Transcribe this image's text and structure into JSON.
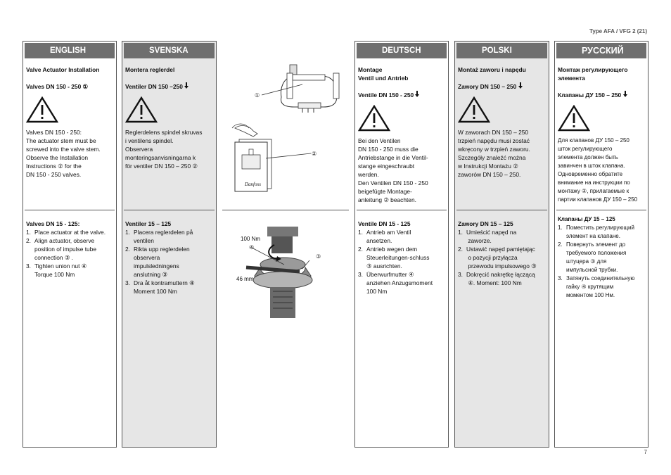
{
  "header": {
    "type_label": "Type AFA / VFG 2 (21)"
  },
  "page_number": "7",
  "english": {
    "heading": "ENGLISH",
    "s1_title": "Valve Actuator Installation",
    "s1_sub": "Valves DN 150 - 250 ①",
    "s1_lines": [
      "Valves DN 150 - 250:",
      "The actuator stem must be",
      "screwed into the valve stem.",
      "Observe the Installation",
      "Instructions ② for the",
      "DN 150 - 250 valves."
    ],
    "s2_title": "Valves DN 15 - 125:",
    "s2_items": [
      {
        "num": "1.",
        "lines": [
          "Place actuator at the valve."
        ]
      },
      {
        "num": "2.",
        "lines": [
          "Align actuator, observe",
          "position of impulse tube",
          "connection ③ ."
        ]
      },
      {
        "num": "3.",
        "lines": [
          "Tighten union nut ④",
          "Torque 100 Nm"
        ]
      }
    ]
  },
  "svenska": {
    "heading": "SVENSKA",
    "s1_title": "Montera reglerdel",
    "s1_sub": "Ventiler DN 150 –250 ",
    "s1_lines": [
      "Reglerdelens spindel skruvas",
      "i ventilens spindel.",
      "Observera",
      "monteringsanvisningarna k",
      "för ventiler DN 150 – 250 ②"
    ],
    "s2_title": "Ventiler 15 – 125",
    "s2_items": [
      {
        "num": "1.",
        "lines": [
          "Placera reglerdelen på",
          "ventilen"
        ]
      },
      {
        "num": "2.",
        "lines": [
          "Rikta upp reglerdelen",
          "observera",
          "impulsledningens",
          "anslutning ③"
        ]
      },
      {
        "num": "3.",
        "lines": [
          "Dra åt kontramuttern ④",
          "Moment 100 Nm"
        ]
      }
    ]
  },
  "figure": {
    "callout_1": "①",
    "callout_2": "②",
    "callout_3": "③",
    "callout_4": "④",
    "torque": "100 Nm",
    "wrench": "46 mm"
  },
  "deutsch": {
    "heading": "DEUTSCH",
    "s1_title_a": "Montage",
    "s1_title_b": "Ventil und Antrieb",
    "s1_sub": "Ventile DN 150 - 250 ",
    "s1_lines": [
      "Bei den Ventilen",
      "DN 150 - 250 muss die",
      "Antriebstange in die Ventil-",
      "stange eingeschraubt",
      "werden.",
      "Den Ventilen DN 150 - 250",
      "beigefügte Montage-",
      "anleitung ② beachten."
    ],
    "s2_title": "Ventile DN 15 - 125",
    "s2_items": [
      {
        "num": "1.",
        "lines": [
          "Antrieb am Ventil",
          "ansetzen."
        ]
      },
      {
        "num": "2.",
        "lines": [
          "Antrieb wegen dem",
          "Steuerleitungen-schluss",
          "③ ausrichten."
        ]
      },
      {
        "num": "3.",
        "lines": [
          "Überwurfmutter ④",
          "anziehen Anzugsmoment",
          "100 Nm"
        ]
      }
    ]
  },
  "polski": {
    "heading": "POLSKI",
    "s1_title": "Montaż zaworu i napędu",
    "s1_sub": "Zawory DN 150 – 250 ",
    "s1_lines": [
      "W zaworach DN 150 – 250",
      "trzpień napędu musi zostać",
      "wkręcony w trzpień zaworu.",
      "Szczegóły znaleźć można",
      "w Instrukcji Montażu ②",
      "zaworów DN 150 – 250."
    ],
    "s2_title": "Zawory DN 15 – 125",
    "s2_items": [
      {
        "num": "1.",
        "lines": [
          "Umieścić napęd na",
          " zaworze."
        ]
      },
      {
        "num": "2.",
        "lines": [
          "Ustawić napęd pamiętając",
          " o pozycji przyłącza",
          " przewodu impulsowego ③"
        ]
      },
      {
        "num": "3.",
        "lines": [
          "Dokręcić nakrętkę łączącą",
          " ④. Moment: 100 Nm"
        ]
      }
    ]
  },
  "russian": {
    "heading": "РУССКИЙ",
    "s1_title_a": "Монтаж регулирующего",
    "s1_title_b": "элемента",
    "s1_sub": "Клапаны ДУ 150 – 250 ",
    "s1_lines": [
      "Для клапанов ДУ 150 – 250",
      "шток регулирующего",
      "элемента должен быть",
      "завинчен в шток клапана.",
      "Одновременно обратите",
      "внимание на инструкции по",
      "монтажу ②, прилагаемые к",
      "партии клапанов ДУ 150 – 250"
    ],
    "s2_title": "Клапаны ДУ 15 – 125",
    "s2_items": [
      {
        "num": "1.",
        "lines": [
          "Поместить регулирующий",
          "элемент на клапане."
        ]
      },
      {
        "num": "2.",
        "lines": [
          "Повернуть элемент до",
          "требуемого положения",
          "штуцера ③ для",
          "импульсной трубки."
        ]
      },
      {
        "num": "3.",
        "lines": [
          "Затянуть соединительную",
          "гайку  ④  крутящим",
          "моментом 100 Нм."
        ]
      }
    ]
  }
}
